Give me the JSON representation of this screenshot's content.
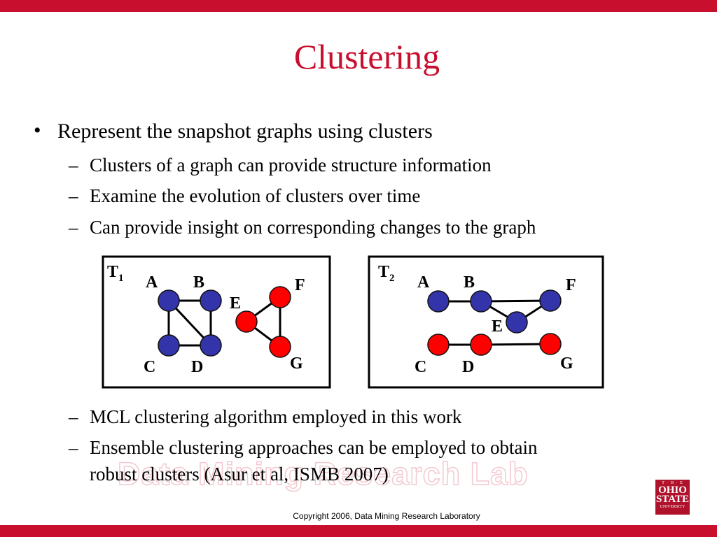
{
  "slide": {
    "title": "Clustering",
    "bullet_mark": "•",
    "dash_mark": "–",
    "bullet1": "Represent the snapshot graphs using clusters",
    "subs_top": [
      "Clusters of a graph can provide structure information",
      "Examine the evolution of clusters over time",
      "Can provide insight on corresponding changes to the graph"
    ],
    "subs_bottom": [
      "MCL clustering algorithm employed in this work",
      "Ensemble clustering approaches can be employed to obtain",
      "robust clusters (Asur et al, ISMB 2007)"
    ],
    "watermark": "Data Mining Research Lab",
    "copyright": "Copyright 2006, Data Mining Research Laboratory",
    "logo": {
      "l1": "T · H · E",
      "l2": "OHIO",
      "l3": "STATE",
      "l4": "UNIVERSITY"
    }
  },
  "colors": {
    "accent": "#c8102e",
    "node_blue": "#3333aa",
    "node_red": "#ff0000"
  },
  "graphs": [
    {
      "label_main": "T",
      "label_sub": "1",
      "node_labels": {
        "A": "A",
        "B": "B",
        "C": "C",
        "D": "D",
        "E": "E",
        "F": "F",
        "G": "G"
      },
      "node_colors": {
        "A": "blue",
        "B": "blue",
        "C": "blue",
        "D": "blue",
        "E": "red",
        "F": "red",
        "G": "red"
      }
    },
    {
      "label_main": "T",
      "label_sub": "2",
      "node_labels": {
        "A": "A",
        "B": "B",
        "C": "C",
        "D": "D",
        "E": "E",
        "F": "F",
        "G": "G"
      },
      "node_colors": {
        "A": "blue",
        "B": "blue",
        "C": "red",
        "D": "red",
        "E": "blue",
        "F": "blue",
        "G": "red"
      }
    }
  ]
}
